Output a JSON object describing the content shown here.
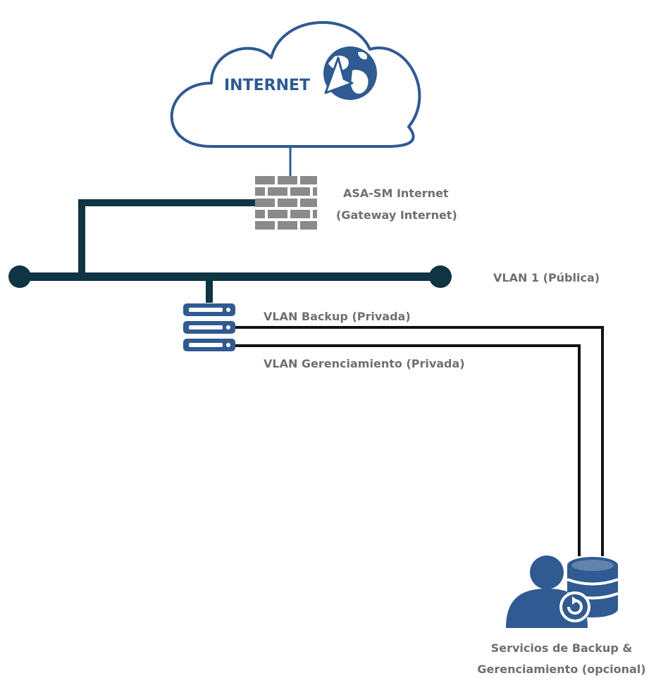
{
  "colors": {
    "cloud_stroke": "#2f5a92",
    "icon_blue": "#2f5a92",
    "bus_color": "#0f3443",
    "firewall_gray": "#8a8a8a",
    "private_line": "#111111",
    "label_gray": "#6f6f6f"
  },
  "cloud": {
    "label": "INTERNET",
    "icon": "globe-with-cursor-icon"
  },
  "firewall": {
    "icon": "firewall-icon",
    "label_line1": "ASA-SM Internet",
    "label_line2": "(Gateway Internet)"
  },
  "vlans": {
    "public": "VLAN 1 (Pública)",
    "backup": "VLAN Backup (Privada)",
    "management": "VLAN Gerenciamiento (Privada)"
  },
  "server": {
    "icon": "server-stack-icon"
  },
  "services": {
    "icon": "user-database-backup-icon",
    "label_line1": "Servicios de Backup &",
    "label_line2": "Gerenciamiento (opcional)"
  }
}
